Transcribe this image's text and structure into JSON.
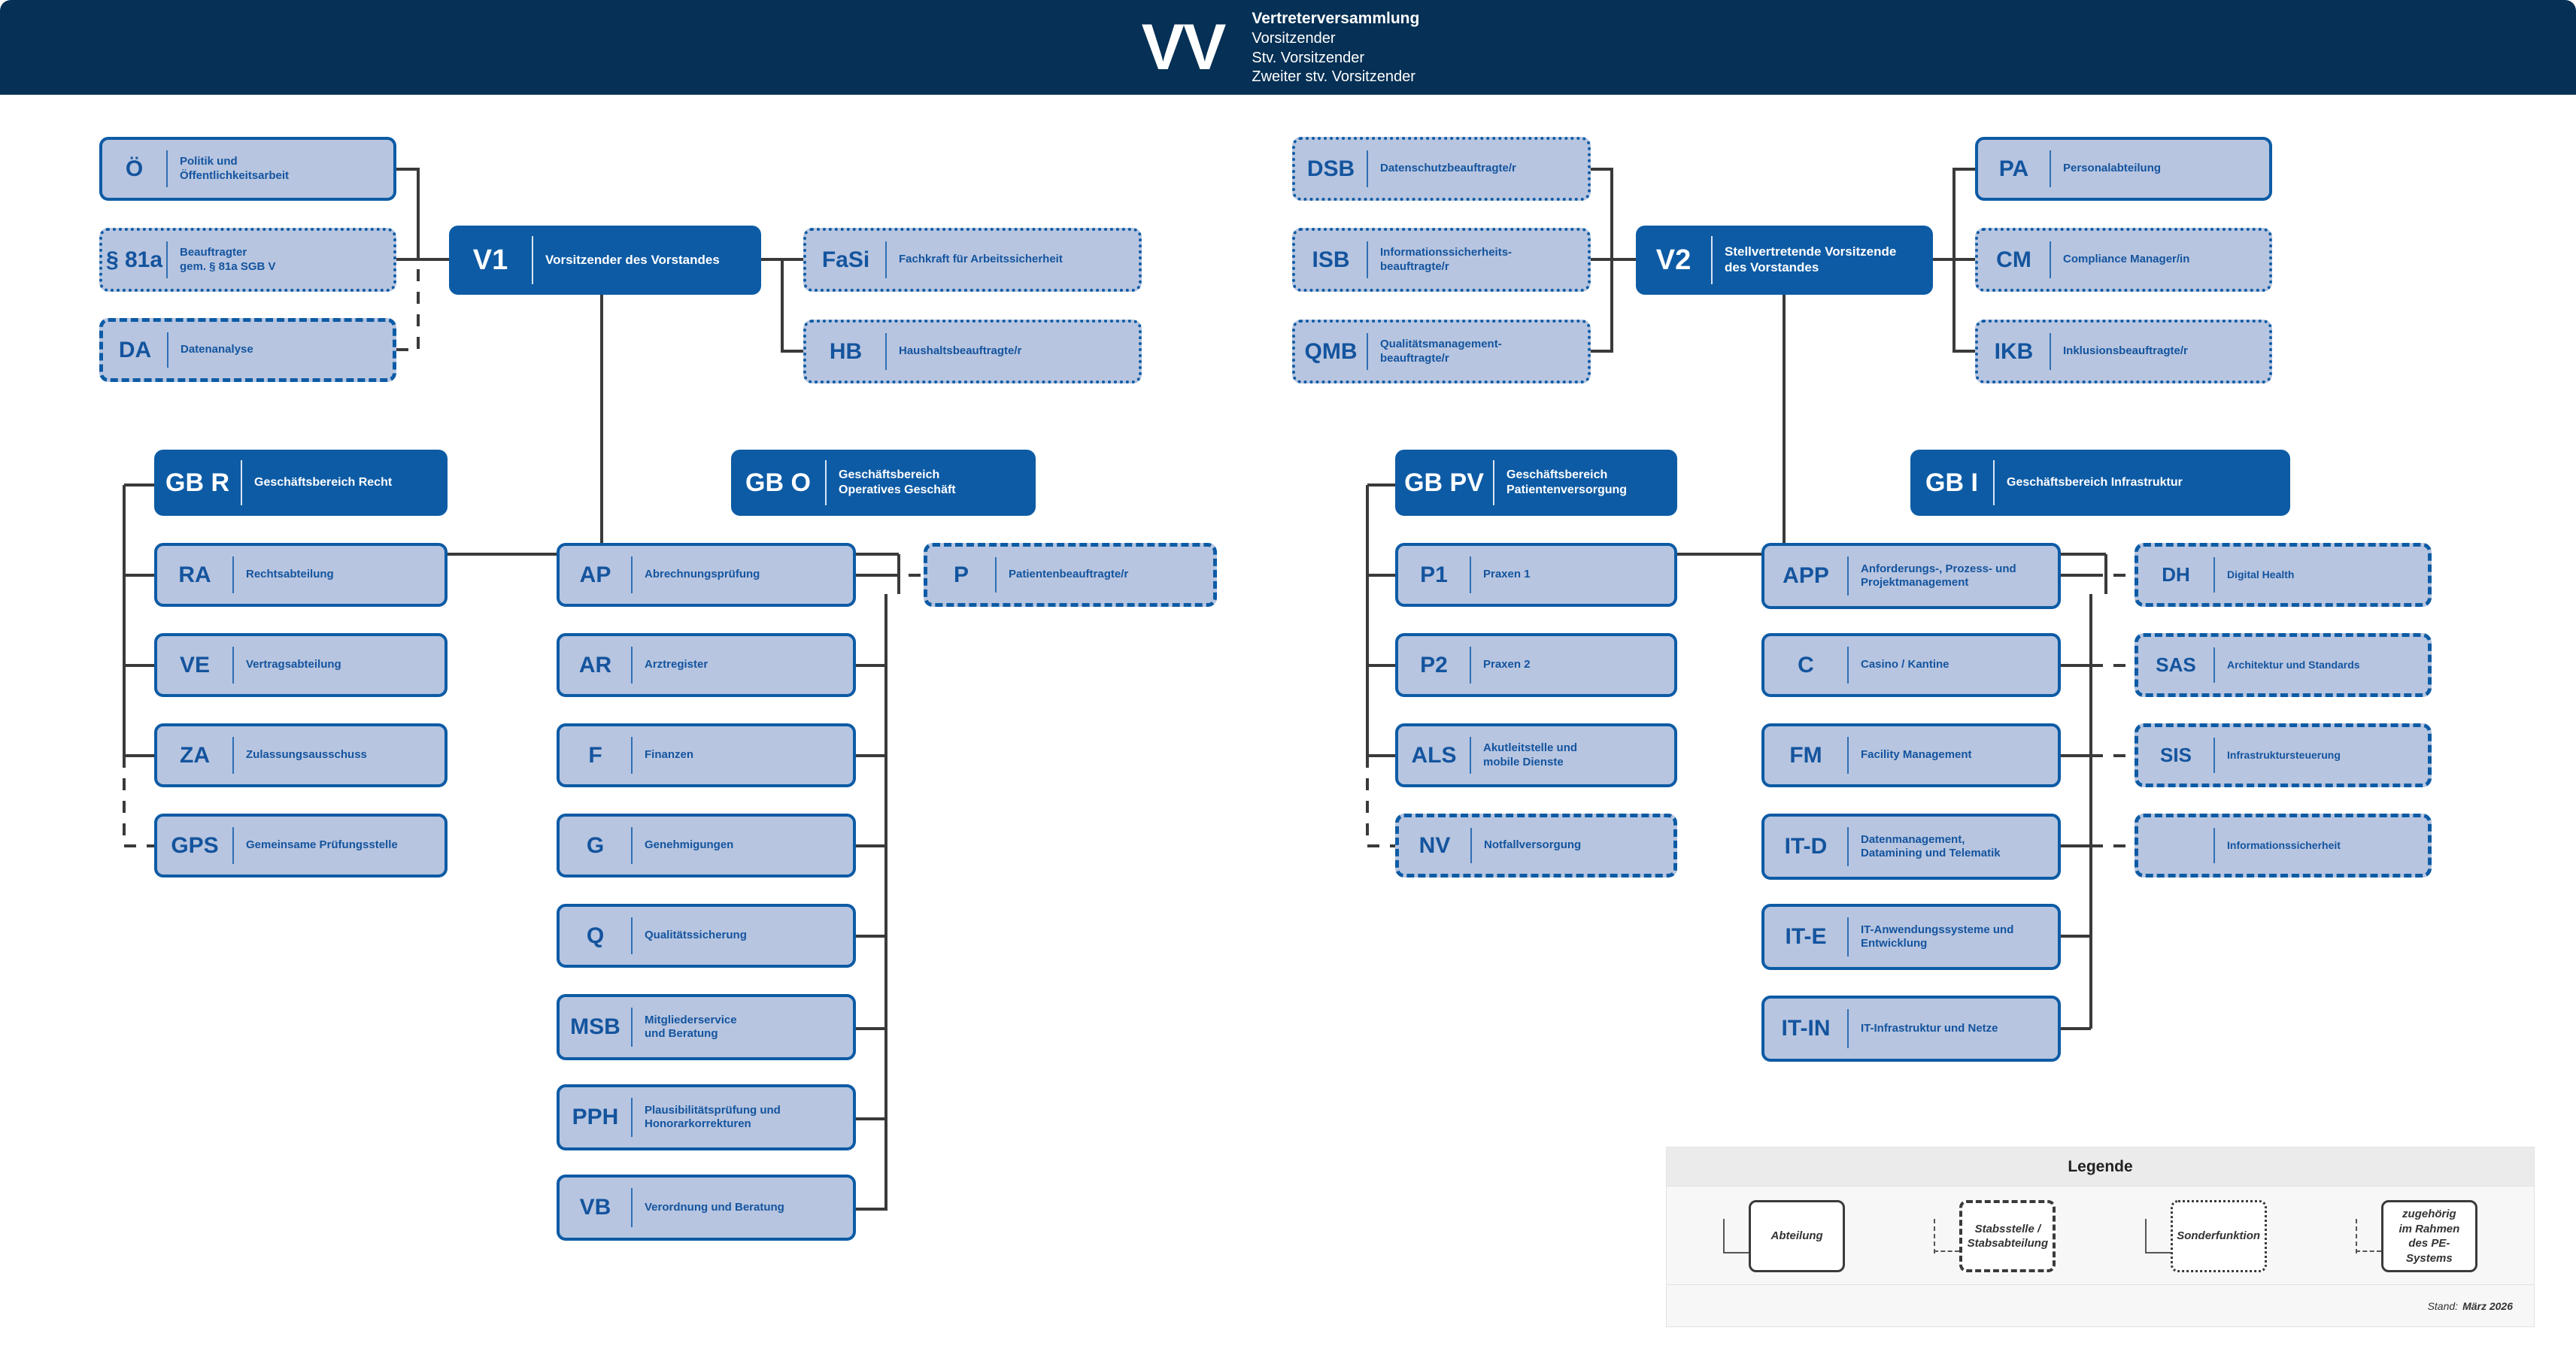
{
  "header": {
    "logo": "VV",
    "line1": "Vertreterversammlung",
    "line2": "Vorsitzender",
    "line3": "Stv. Vorsitzender",
    "line4": "Zweiter stv. Vorsitzender"
  },
  "colors": {
    "header_navy": "#063055",
    "primary_blue": "#0D5BA5",
    "box_fill": "#B7C5E0",
    "text_blue": "#14549E",
    "connector": "#3A3A3A"
  },
  "nodes": {
    "oe": {
      "abbr": "Ö",
      "label": "Politik und\nÖffentlichkeitsarbeit",
      "type": "dept"
    },
    "p81a": {
      "abbr": "§ 81a",
      "label": "Beauftragter\ngem. § 81a SGB V",
      "type": "sonderfunktion"
    },
    "da": {
      "abbr": "DA",
      "label": "Datenanalyse",
      "type": "stabsstelle"
    },
    "v1": {
      "abbr": "V1",
      "label": "Vorsitzender des Vorstandes",
      "type": "head"
    },
    "fasi": {
      "abbr": "FaSi",
      "label": "Fachkraft für Arbeitssicherheit",
      "type": "sonderfunktion"
    },
    "hb": {
      "abbr": "HB",
      "label": "Haushaltsbeauftragte/r",
      "type": "sonderfunktion"
    },
    "dsb": {
      "abbr": "DSB",
      "label": "Datenschutzbeauftragte/r",
      "type": "sonderfunktion"
    },
    "isb": {
      "abbr": "ISB",
      "label": "Informationssicherheits-\nbeauftragte/r",
      "type": "sonderfunktion"
    },
    "qmb": {
      "abbr": "QMB",
      "label": "Qualitätsmanagement-\nbeauftragte/r",
      "type": "sonderfunktion"
    },
    "v2": {
      "abbr": "V2",
      "label": "Stellvertretende Vorsitzende\ndes Vorstandes",
      "type": "head"
    },
    "pa": {
      "abbr": "PA",
      "label": "Personalabteilung",
      "type": "dept"
    },
    "cm": {
      "abbr": "CM",
      "label": "Compliance Manager/in",
      "type": "sonderfunktion"
    },
    "ikb": {
      "abbr": "IKB",
      "label": "Inklusionsbeauftragte/r",
      "type": "sonderfunktion"
    },
    "gbr": {
      "abbr": "GB R",
      "label": "Geschäftsbereich Recht",
      "type": "head"
    },
    "ra": {
      "abbr": "RA",
      "label": "Rechtsabteilung",
      "type": "dept"
    },
    "ve": {
      "abbr": "VE",
      "label": "Vertragsabteilung",
      "type": "dept"
    },
    "za": {
      "abbr": "ZA",
      "label": "Zulassungsausschuss",
      "type": "dept"
    },
    "gps": {
      "abbr": "GPS",
      "label": "Gemeinsame Prüfungsstelle",
      "type": "dept"
    },
    "gbo": {
      "abbr": "GB O",
      "label": "Geschäftsbereich\nOperatives Geschäft",
      "type": "head"
    },
    "ap": {
      "abbr": "AP",
      "label": "Abrechnungsprüfung",
      "type": "dept"
    },
    "p": {
      "abbr": "P",
      "label": "Patientenbeauftragte/r",
      "type": "stabsstelle"
    },
    "ar": {
      "abbr": "AR",
      "label": "Arztregister",
      "type": "dept"
    },
    "f": {
      "abbr": "F",
      "label": "Finanzen",
      "type": "dept"
    },
    "g": {
      "abbr": "G",
      "label": "Genehmigungen",
      "type": "dept"
    },
    "q": {
      "abbr": "Q",
      "label": "Qualitätssicherung",
      "type": "dept"
    },
    "msb": {
      "abbr": "MSB",
      "label": "Mitgliederservice\nund Beratung",
      "type": "dept"
    },
    "pph": {
      "abbr": "PPH",
      "label": "Plausibilitätsprüfung und\nHonorarkorrekturen",
      "type": "dept"
    },
    "vb": {
      "abbr": "VB",
      "label": "Verordnung und Beratung",
      "type": "dept"
    },
    "gbpv": {
      "abbr": "GB PV",
      "label": "Geschäftsbereich\nPatientenversorgung",
      "type": "head"
    },
    "p1": {
      "abbr": "P1",
      "label": "Praxen 1",
      "type": "dept"
    },
    "p2": {
      "abbr": "P2",
      "label": "Praxen 2",
      "type": "dept"
    },
    "als": {
      "abbr": "ALS",
      "label": "Akutleitstelle und\nmobile Dienste",
      "type": "dept"
    },
    "nv": {
      "abbr": "NV",
      "label": "Notfallversorgung",
      "type": "stabsstelle"
    },
    "gbi": {
      "abbr": "GB I",
      "label": "Geschäftsbereich Infrastruktur",
      "type": "head"
    },
    "app": {
      "abbr": "APP",
      "label": "Anforderungs-, Prozess- und\nProjektmanagement",
      "type": "dept"
    },
    "c": {
      "abbr": "C",
      "label": "Casino / Kantine",
      "type": "dept"
    },
    "fm": {
      "abbr": "FM",
      "label": "Facility Management",
      "type": "dept"
    },
    "itd": {
      "abbr": "IT-D",
      "label": "Datenmanagement,\nDatamining und Telematik",
      "type": "dept"
    },
    "ite": {
      "abbr": "IT-E",
      "label": "IT-Anwendungssysteme und\nEntwicklung",
      "type": "dept"
    },
    "itin": {
      "abbr": "IT-IN",
      "label": "IT-Infrastruktur und Netze",
      "type": "dept"
    },
    "dh": {
      "abbr": "DH",
      "label": "Digital Health",
      "type": "stabsstelle"
    },
    "sas": {
      "abbr": "SAS",
      "label": "Architektur und Standards",
      "type": "stabsstelle"
    },
    "sis": {
      "abbr": "SIS",
      "label": "Infrastruktursteuerung",
      "type": "stabsstelle"
    },
    "infosec": {
      "abbr": "",
      "label": "Informationssicherheit",
      "type": "stabsstelle"
    }
  },
  "legend": {
    "title": "Legende",
    "items": [
      {
        "text": "Abteilung",
        "box_style": "solid",
        "connector": "solid"
      },
      {
        "text": "Stabsstelle /\nStabsabteilung",
        "box_style": "dash",
        "connector": "dashed"
      },
      {
        "text": "Sonderfunktion",
        "box_style": "dot",
        "connector": "solid"
      },
      {
        "text": "zugehörig\nim Rahmen\ndes PE-Systems",
        "box_style": "solid",
        "connector": "dashed"
      }
    ],
    "status_label": "Stand:",
    "status_value": "März 2026"
  }
}
